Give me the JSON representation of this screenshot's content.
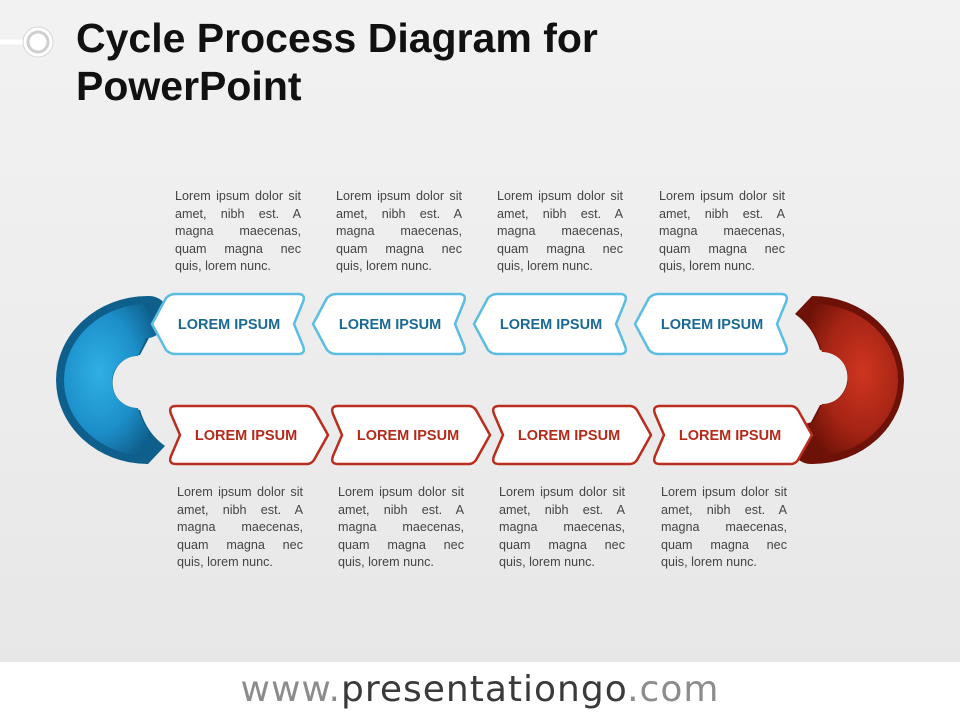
{
  "title": {
    "line1": "Cycle Process Diagram for",
    "line2": "PowerPoint"
  },
  "colors": {
    "blue_outline": "#5bbde4",
    "blue_text": "#1b6a94",
    "blue_ring_light": "#2fb0e6",
    "blue_ring_dark": "#0f5f8c",
    "red_outline": "#b92e1e",
    "red_text": "#b52a1a",
    "red_ring_light": "#cf3520",
    "red_ring_dark": "#6e1208"
  },
  "top_steps": [
    {
      "label": "LOREM IPSUM",
      "description": "Lorem ipsum dolor sit amet, nibh est. A magna maecenas, quam magna nec quis, lorem nunc."
    },
    {
      "label": "LOREM IPSUM",
      "description": "Lorem ipsum dolor sit amet, nibh est. A magna maecenas, quam magna nec quis, lorem nunc."
    },
    {
      "label": "LOREM IPSUM",
      "description": "Lorem ipsum dolor sit amet, nibh est. A magna maecenas, quam magna nec quis, lorem nunc."
    },
    {
      "label": "LOREM IPSUM",
      "description": "Lorem ipsum dolor sit amet, nibh est. A magna maecenas, quam magna nec quis, lorem nunc."
    }
  ],
  "bottom_steps": [
    {
      "label": "LOREM IPSUM",
      "description": "Lorem ipsum dolor sit amet, nibh est. A magna maecenas, quam magna nec quis, lorem nunc."
    },
    {
      "label": "LOREM IPSUM",
      "description": "Lorem ipsum dolor sit amet, nibh est. A magna maecenas, quam magna nec quis, lorem nunc."
    },
    {
      "label": "LOREM IPSUM",
      "description": "Lorem ipsum dolor sit amet, nibh est. A magna maecenas, quam magna nec quis, lorem nunc."
    },
    {
      "label": "LOREM IPSUM",
      "description": "Lorem ipsum dolor sit amet, nibh est. A magna maecenas, quam magna nec quis, lorem nunc."
    }
  ],
  "footer": {
    "prefix": "www.",
    "brand": "presentationgo",
    "suffix": ".com"
  }
}
